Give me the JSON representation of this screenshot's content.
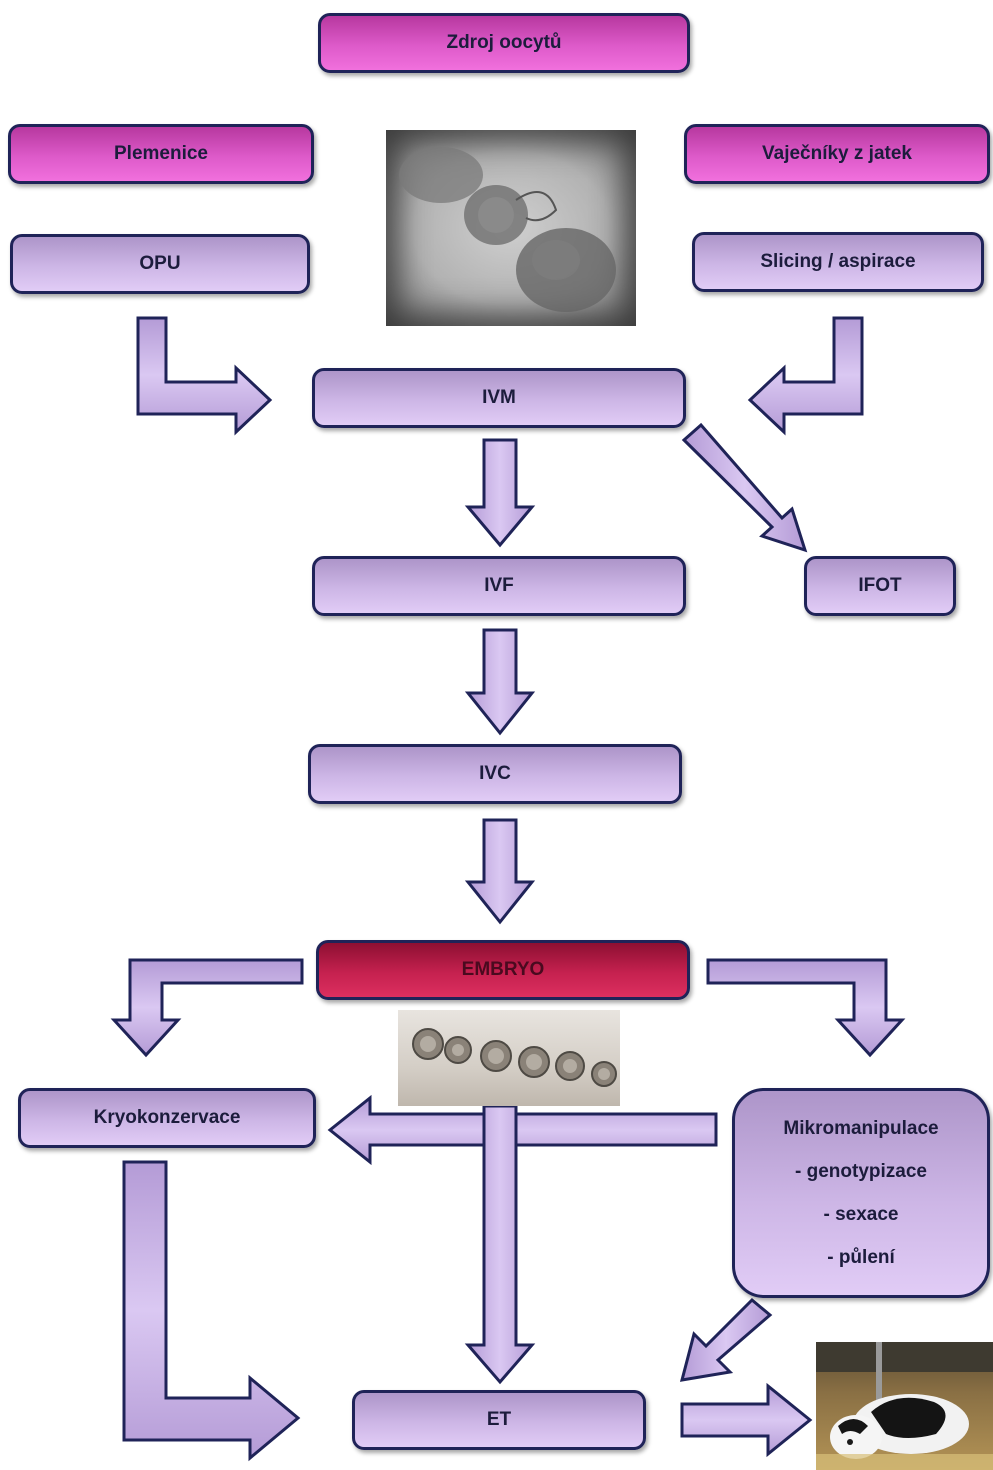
{
  "nodes": {
    "zdroj": "Zdroj oocytů",
    "plemenice": "Plemenice",
    "vajecniky": "Vaječníky z jatek",
    "opu": "OPU",
    "slicing": "Slicing / aspirace",
    "ivm": "IVM",
    "ivf": "IVF",
    "ifot": "IFOT",
    "ivc": "IVC",
    "embryo": "EMBRYO",
    "kryo": "Kryokonzervace",
    "mikro": {
      "title": "Mikromanipulace",
      "items": [
        "- genotypizace",
        "- sexace",
        "- půlení"
      ]
    },
    "et": "ET"
  },
  "colors": {
    "magenta_box": "#dd5ac9",
    "lilac_box": "#cdb6e6",
    "embryo_box": "#c5214f",
    "arrow_fill": "#c9b3e6",
    "border": "#1f2358"
  },
  "images": {
    "oocyte_photo": "microscope-oocytes-image",
    "embryo_photo": "microscope-embryos-image",
    "calf_photo": "calf-photo"
  }
}
